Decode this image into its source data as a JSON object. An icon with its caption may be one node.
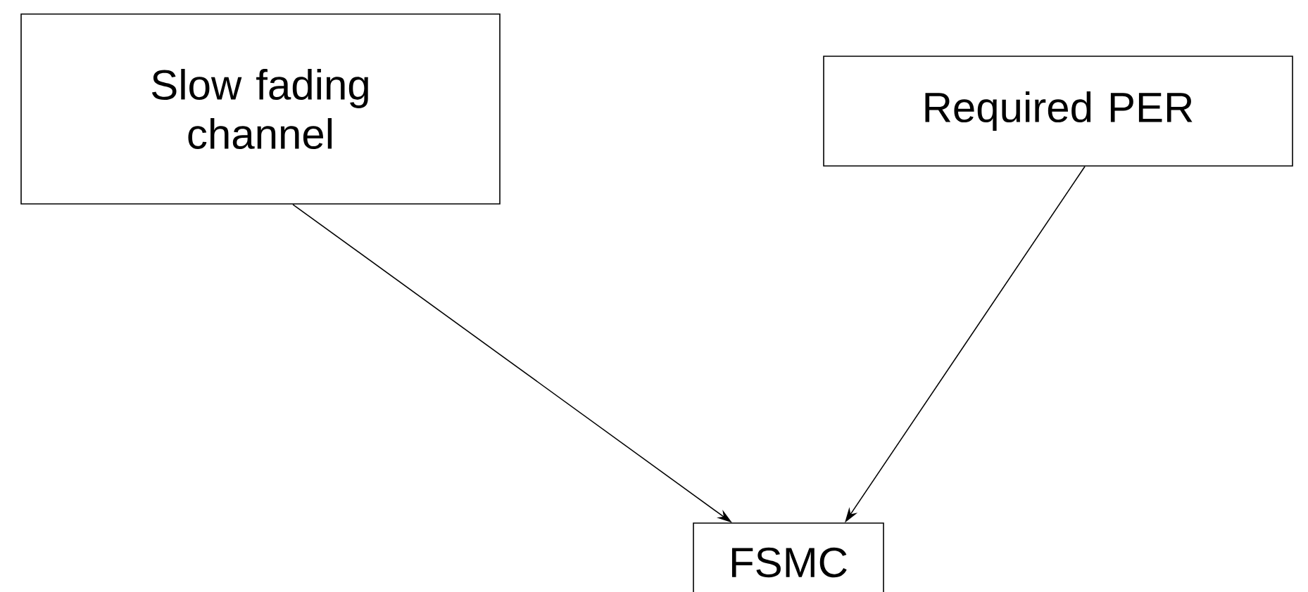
{
  "diagram": {
    "nodes": [
      {
        "text": [
          "Slow fading channel"
        ]
      },
      {
        "text": [
          "Required PER"
        ]
      },
      {
        "text": [
          "FSMC"
        ]
      }
    ],
    "edges": [
      {
        "from": 0,
        "to": 2,
        "arrow": "to"
      },
      {
        "from": 1,
        "to": 2,
        "arrow": "to"
      }
    ]
  }
}
